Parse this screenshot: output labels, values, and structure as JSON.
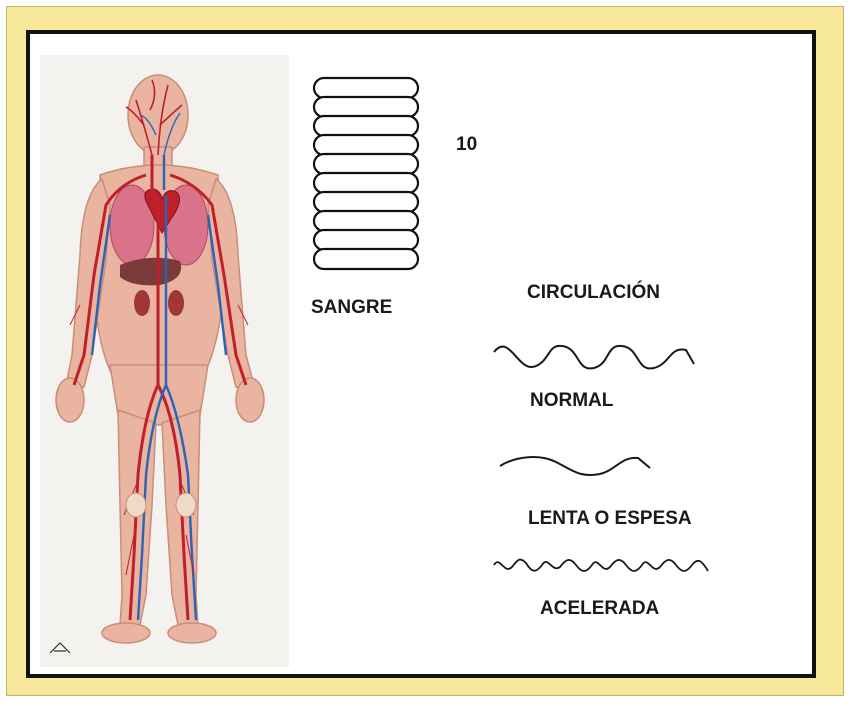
{
  "labels": {
    "sangre": "SANGRE",
    "count": "10",
    "circulacion": "CIRCULACIÓN",
    "normal": "NORMAL",
    "lenta": "LENTA O ESPESA",
    "acelerada": "ACELERADA"
  },
  "blood_cell_count": 10,
  "colors": {
    "frame": "#f7e89c",
    "artery": "#c0202a",
    "vein": "#2a63b8",
    "skin": "#e9b4a0"
  }
}
